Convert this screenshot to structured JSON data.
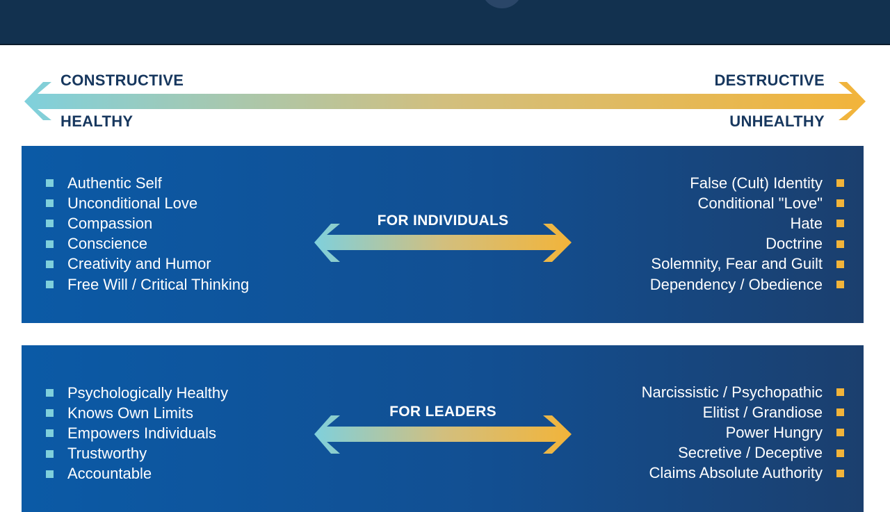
{
  "scale": {
    "left_top": "CONSTRUCTIVE",
    "left_bottom": "HEALTHY",
    "right_top": "DESTRUCTIVE",
    "right_bottom": "UNHEALTHY"
  },
  "colors": {
    "healthy": "#7fd0dc",
    "unhealthy": "#f2b43a",
    "navy": "#12314f"
  },
  "individuals": {
    "title": "FOR INDIVIDUALS",
    "healthy": [
      "Authentic Self",
      "Unconditional Love",
      "Compassion",
      "Conscience",
      "Creativity and Humor",
      "Free Will / Critical Thinking"
    ],
    "unhealthy": [
      "False (Cult) Identity",
      "Conditional \"Love\"",
      "Hate",
      "Doctrine",
      "Solemnity, Fear and Guilt",
      "Dependency / Obedience"
    ]
  },
  "leaders": {
    "title": "FOR LEADERS",
    "healthy": [
      "Psychologically Healthy",
      "Knows Own Limits",
      "Empowers Individuals",
      "Trustworthy",
      "Accountable"
    ],
    "unhealthy": [
      "Narcissistic / Psychopathic",
      "Elitist / Grandiose",
      "Power Hungry",
      "Secretive / Deceptive",
      "Claims Absolute Authority"
    ]
  }
}
